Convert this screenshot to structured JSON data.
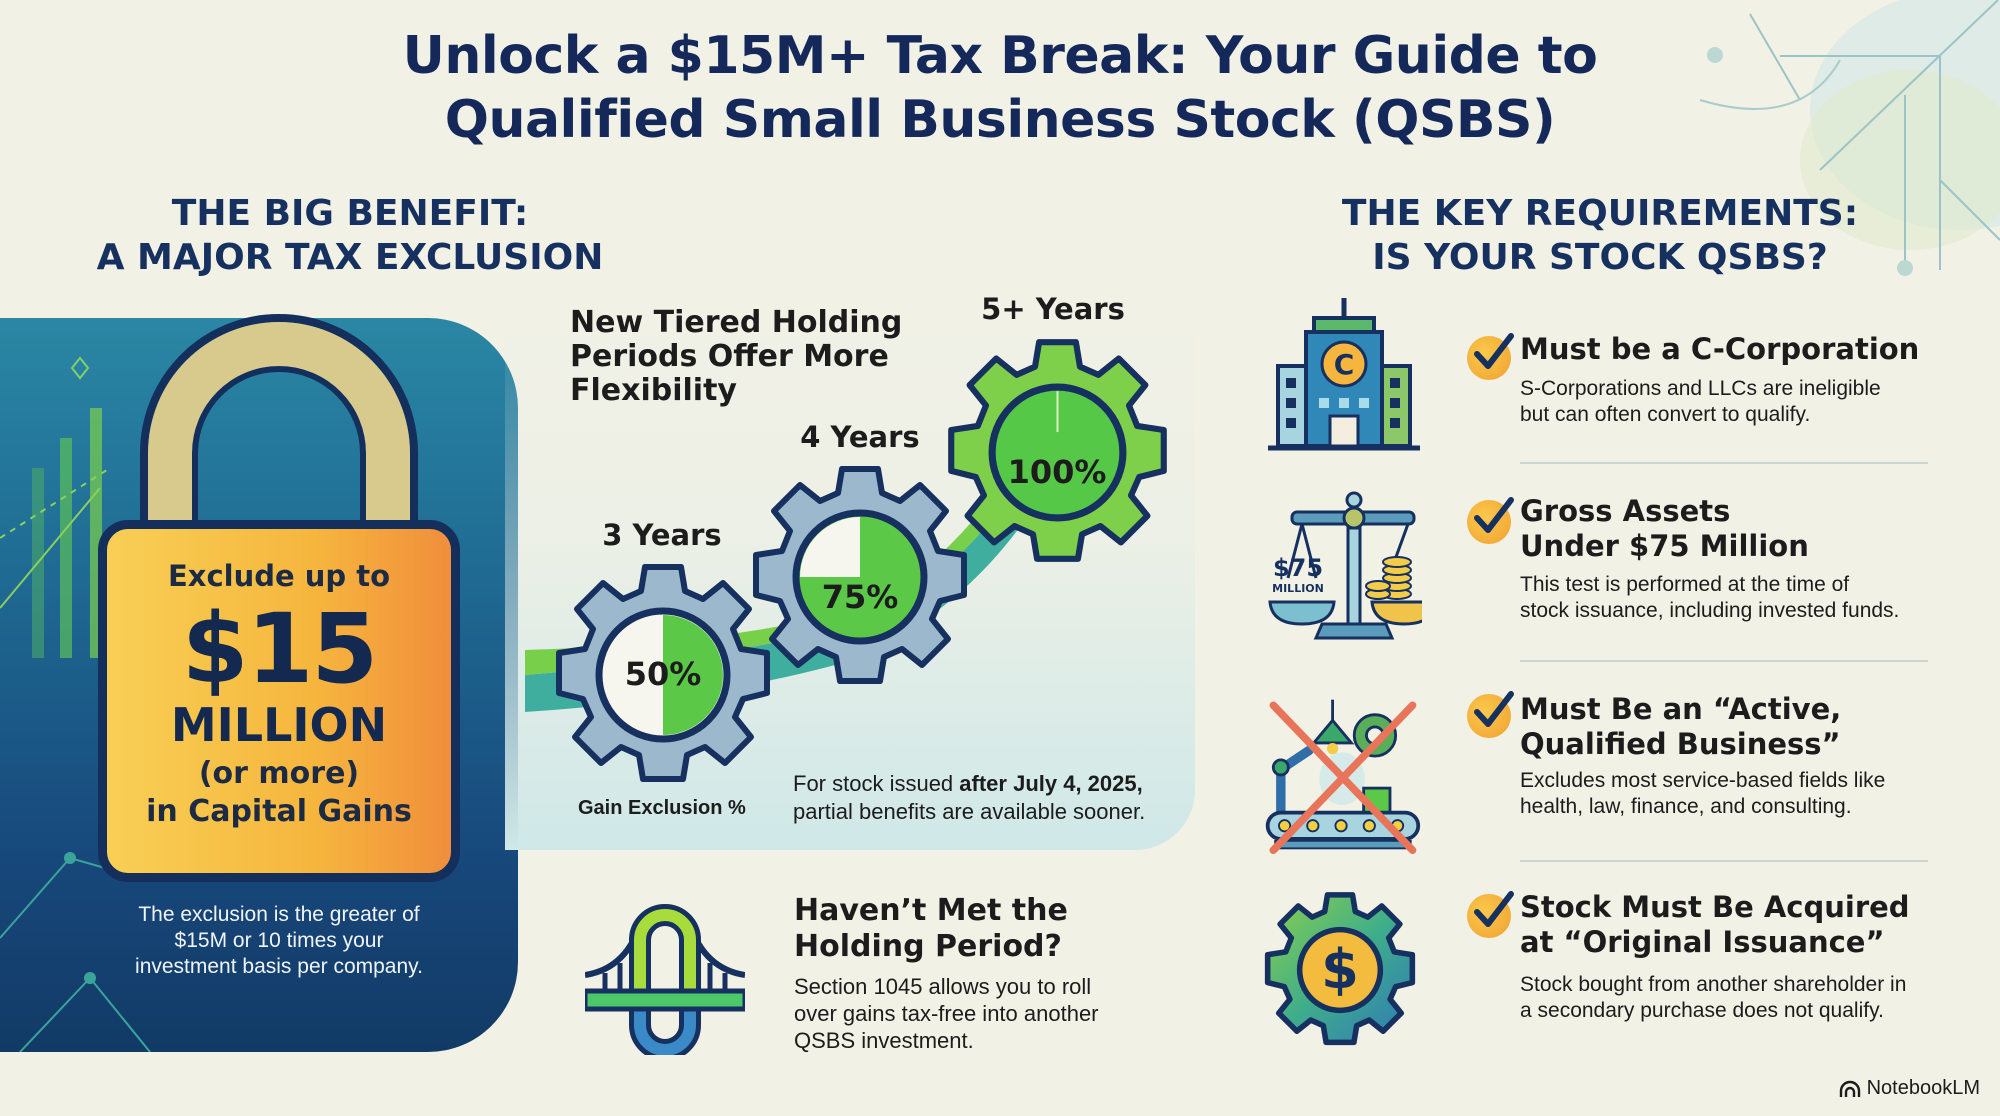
{
  "title": {
    "line1": "Unlock a $15M+ Tax Break: Your Guide to",
    "line2": "Qualified Small Business Stock (QSBS)"
  },
  "benefit": {
    "heading_line1": "THE BIG BENEFIT:",
    "heading_line2": "A MAJOR TAX EXCLUSION",
    "lock": {
      "line1": "Exclude up to",
      "amount": "$15",
      "unit": "MILLION",
      "line4": "(or more)",
      "line5": "in Capital Gains"
    },
    "note_line1": "The exclusion is the greater of",
    "note_line2": "$15M or 10 times your",
    "note_line3": "investment basis per company.",
    "icon": "padlock-icon"
  },
  "tiers": {
    "title_line1": "New Tiered Holding",
    "title_line2": "Periods Offer More",
    "title_line3": "Flexibility",
    "caption": "Gain Exclusion %",
    "items": [
      {
        "period": "3 Years",
        "pct": "50%",
        "icon": "gear-icon"
      },
      {
        "period": "4 Years",
        "pct": "75%",
        "icon": "gear-icon"
      },
      {
        "period": "5+ Years",
        "pct": "100%",
        "icon": "gear-icon"
      }
    ],
    "note_prefix": "For stock issued ",
    "note_bold": "after July 4, 2025,",
    "note_line2": "partial benefits are available sooner."
  },
  "rollover": {
    "title_line1": "Haven’t Met the",
    "title_line2": "Holding Period?",
    "text_line1": "Section 1045 allows you to roll",
    "text_line2": "over gains tax-free into another",
    "text_line3": "QSBS investment.",
    "icon": "bridge-icon"
  },
  "requirements": {
    "heading_line1": "THE KEY REQUIREMENTS:",
    "heading_line2": "IS YOUR STOCK QSBS?",
    "items": [
      {
        "icon": "building-icon",
        "title_line1": "Must be a C-Corporation",
        "title_line2": "",
        "desc_line1": "S-Corporations and LLCs are ineligible",
        "desc_line2": "but can often convert to qualify.",
        "icon_text": "C"
      },
      {
        "icon": "scale-icon",
        "title_line1": "Gross Assets",
        "title_line2": "Under $75 Million",
        "desc_line1": "This test is performed at the time of",
        "desc_line2": "stock issuance, including invested funds.",
        "icon_text": "$75",
        "icon_subtext": "MILLION"
      },
      {
        "icon": "crossed-out-factory-icon",
        "title_line1": "Must Be an “Active,",
        "title_line2": "Qualified Business”",
        "desc_line1": "Excludes most service-based fields like",
        "desc_line2": "health, law, finance, and consulting."
      },
      {
        "icon": "dollar-gear-icon",
        "title_line1": "Stock Must Be Acquired",
        "title_line2": "at “Original Issuance”",
        "desc_line1": "Stock bought from another shareholder in",
        "desc_line2": "a secondary purchase does not qualify.",
        "icon_text": "$"
      }
    ]
  },
  "brand": {
    "label": "NotebookLM",
    "icon": "notebooklm-logo-icon"
  },
  "colors": {
    "background": "#f1f1e6",
    "navy": "#14285a",
    "teal": "#2a87a4",
    "green": "#5ccc3c",
    "lime": "#b4e04a",
    "orange": "#f6b63e",
    "cross_red": "#e8745a"
  }
}
